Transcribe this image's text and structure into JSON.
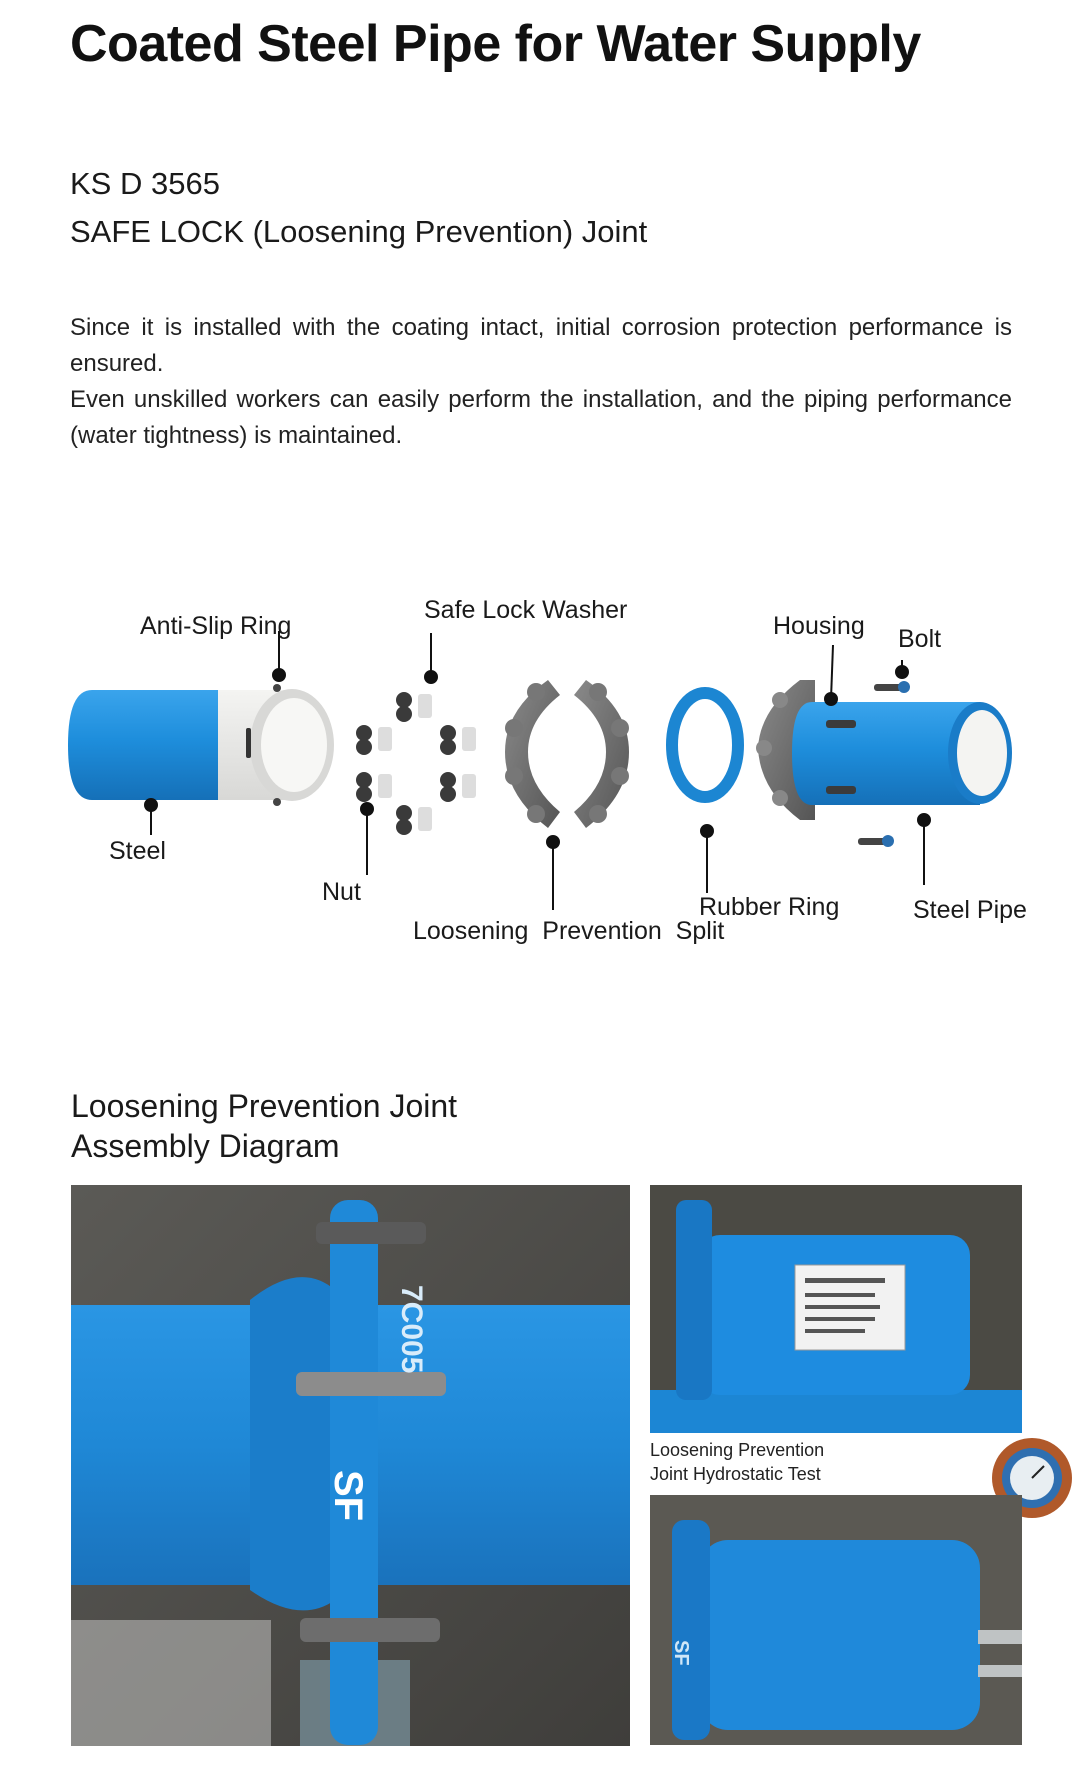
{
  "header": {
    "title": "Coated Steel Pipe for Water Supply",
    "standard": "KS D 3565",
    "product": "SAFE LOCK (Loosening Prevention) Joint"
  },
  "intro": {
    "paragraph1": "Since it is installed with the coating intact, initial corrosion protection performance is ensured.",
    "paragraph2": "Even unskilled workers can easily perform the installation, and the piping performance (water tightness) is maintained."
  },
  "diagram": {
    "labels": {
      "anti_slip_ring": "Anti-Slip Ring",
      "safe_lock_washer": "Safe Lock Washer",
      "housing": "Housing",
      "bolt": "Bolt",
      "steel": "Steel",
      "nut": "Nut",
      "loosening_prevention_split": "Loosening  Prevention  Split",
      "rubber_ring": "Rubber Ring",
      "steel_pipe": "Steel Pipe"
    }
  },
  "assembly": {
    "heading_line1": "Loosening Prevention Joint",
    "heading_line2": "Assembly Diagram",
    "photo_text_main": "SF",
    "photo_text_rot": "7C005",
    "caption_line1": "Loosening Prevention",
    "caption_line2": "Joint Hydrostatic Test",
    "photo_text_small": "SF"
  },
  "colors": {
    "pipe_blue": "#1E8EDC",
    "housing_gray": "#6F6F6F",
    "pipe_liner": "#E8E8E6"
  }
}
